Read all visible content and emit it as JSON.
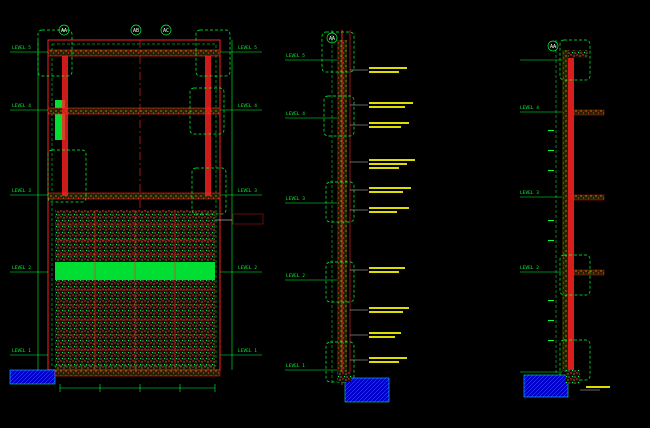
{
  "drawing": {
    "grid_bubbles": [
      "AA",
      "AB",
      "AC"
    ],
    "section_bubbles": [
      "AA",
      "AA"
    ],
    "level_marks": [
      "LEVEL 5",
      "LEVEL 4",
      "LEVEL 3",
      "LEVEL 2",
      "LEVEL 1"
    ],
    "colors": {
      "background": "#000000",
      "dimension": "#00ff33",
      "structure": "#ff1a1a",
      "fill": "#00dd33",
      "water": "#0000ee",
      "gravel": "#cccc00",
      "white": "#ffffff",
      "cyan": "#00ffff"
    }
  }
}
